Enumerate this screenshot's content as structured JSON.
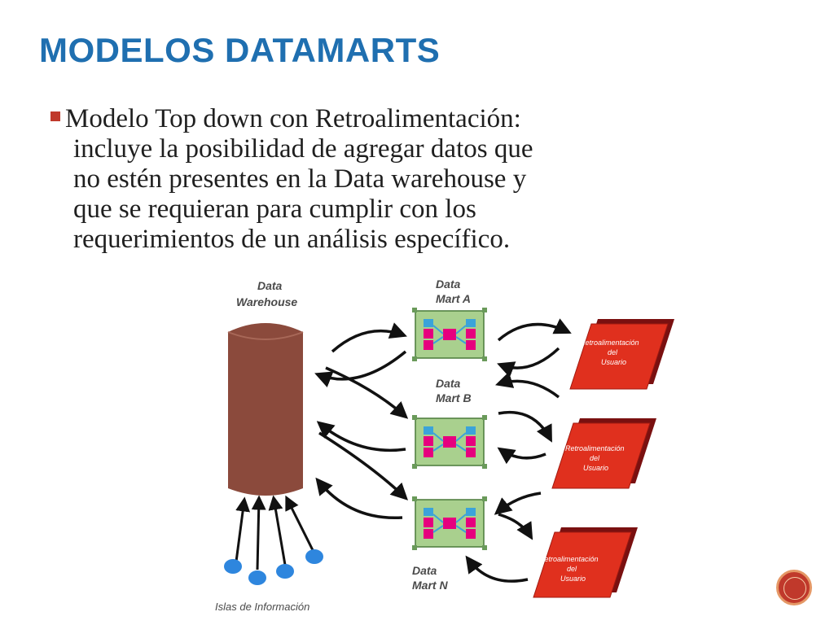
{
  "slide": {
    "title": "MODELOS DATAMARTS",
    "body_lines": [
      "Modelo Top down con Retroalimentación:",
      "incluye la posibilidad de agregar datos que",
      "no estén presentes en la Data warehouse y",
      "que se requieran para cumplir con los",
      "requerimientos de un análisis específico."
    ]
  },
  "diagram": {
    "data_warehouse": [
      "Data",
      "Warehouse"
    ],
    "mart_a": [
      "Data",
      "Mart A"
    ],
    "mart_b": [
      "Data",
      "Mart B"
    ],
    "mart_n": [
      "Data",
      "Mart N"
    ],
    "feedback_1": [
      "Retroalimentación",
      "del",
      "Usuario"
    ],
    "feedback_2": [
      "Retroalimentación",
      "del",
      "Usuario"
    ],
    "feedback_3": [
      "Retroalimentación",
      "del",
      "Usuario"
    ],
    "islands": "Islas de Información"
  },
  "colors": {
    "title": "#1F6FB0",
    "bullet": "#C0392B",
    "cylinder": "#8B4A3C",
    "datamart_bg": "#A9D08E",
    "feedback": "#E0301E",
    "island": "#2E86DE"
  },
  "nav": {
    "icon": "next-slide-icon"
  }
}
